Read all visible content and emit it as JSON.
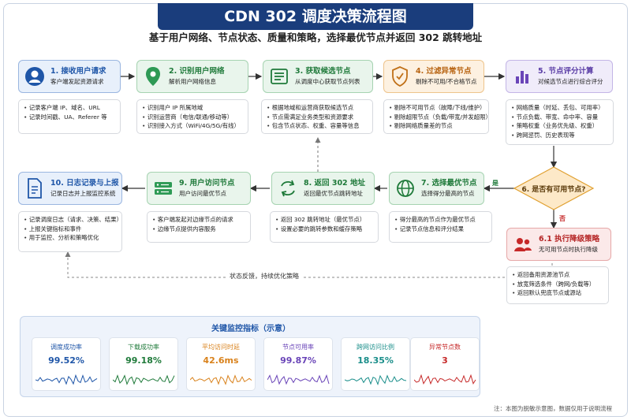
{
  "title": "CDN 302 调度决策流程图",
  "subtitle": "基于用户网络、节点状态、质量和策略，选择最优节点并返回 302 跳转地址",
  "steps": [
    {
      "title": "1. 接收用户请求",
      "sub": "客户端发起资源请求",
      "icon": "user-icon",
      "details": [
        "记录客户端 IP、域名、URL",
        "记录时间戳、UA、Referer 等"
      ]
    },
    {
      "title": "2. 识别用户网络",
      "sub": "解析用户网络信息",
      "icon": "location-pin-icon",
      "details": [
        "识别用户 IP 所属地域",
        "识别运营商（电信/联通/移动等）",
        "识别接入方式（WiFi/4G/5G/有线）"
      ]
    },
    {
      "title": "3. 获取候选节点",
      "sub": "从调度中心获取节点列表",
      "icon": "list-icon",
      "details": [
        "根据地域和运营商获取候选节点",
        "节点需满足业务类型和资源要求",
        "包含节点状态、权重、容量等信息"
      ]
    },
    {
      "title": "4. 过滤异常节点",
      "sub": "剔除不可用/不合格节点",
      "icon": "shield-icon",
      "details": [
        "剔除不可用节点（故障/下线/维护）",
        "剔除超限节点（负载/带宽/并发超限）",
        "剔除网络质量差的节点"
      ]
    },
    {
      "title": "5. 节点评分计算",
      "sub": "对候选节点进行综合评分",
      "icon": "bar-chart-icon",
      "details": [
        "网络质量（时延、丢包、可用率）",
        "节点负载、带宽、命中率、容量",
        "策略权重（业务优先级、权重）",
        "跨网惩罚、历史表现等"
      ]
    },
    {
      "title": "7. 选择最优节点",
      "sub": "选择得分最高的节点",
      "icon": "globe-icon",
      "details": [
        "得分最高的节点作为最优节点",
        "记录节点信息和评分结果"
      ]
    },
    {
      "title": "8. 返回 302 地址",
      "sub": "返回最优节点跳转地址",
      "icon": "refresh-icon",
      "details": [
        "返回 302 跳转地址（最优节点）",
        "设置必要的跳转参数和缓存策略"
      ]
    },
    {
      "title": "9. 用户访问节点",
      "sub": "用户访问最优节点",
      "icon": "server-icon",
      "details": [
        "客户端发起对边缘节点的请求",
        "边缘节点提供内容服务"
      ]
    },
    {
      "title": "10. 日志记录与上报",
      "sub": "记录日志并上报监控系统",
      "icon": "document-icon",
      "details": [
        "记录调度日志（请求、决策、结果）",
        "上报关键指标和事件",
        "用于监控、分析和策略优化"
      ]
    }
  ],
  "decision": {
    "text": "6. 是否有可用节点?",
    "yes": "是",
    "no": "否"
  },
  "fallback": {
    "title": "6.1 执行降级策略",
    "sub": "无可用节点时执行降级",
    "icon": "users-icon",
    "details": [
      "返回备用资源池节点",
      "放宽筛选条件（跨网/负载等）",
      "返回默认兜底节点或源站"
    ]
  },
  "feedback_label": "状态反馈，持续优化策略",
  "monitor": {
    "title": "关键监控指标（示意）",
    "cards": [
      {
        "label": "调度成功率",
        "value": "99.52%",
        "color": "#1f56a8"
      },
      {
        "label": "下载成功率",
        "value": "99.18%",
        "color": "#1f7a3a"
      },
      {
        "label": "平均访问时延",
        "value": "42.6ms",
        "color": "#d9821c"
      },
      {
        "label": "节点可用率",
        "value": "99.87%",
        "color": "#6a45b8"
      },
      {
        "label": "跨网访问比例",
        "value": "18.35%",
        "color": "#1a8e8a"
      },
      {
        "label": "异常节点数",
        "value": "3",
        "color": "#c62828"
      }
    ]
  },
  "footnote": "注：本图为脱敏示意图，数据仅用于说明流程"
}
